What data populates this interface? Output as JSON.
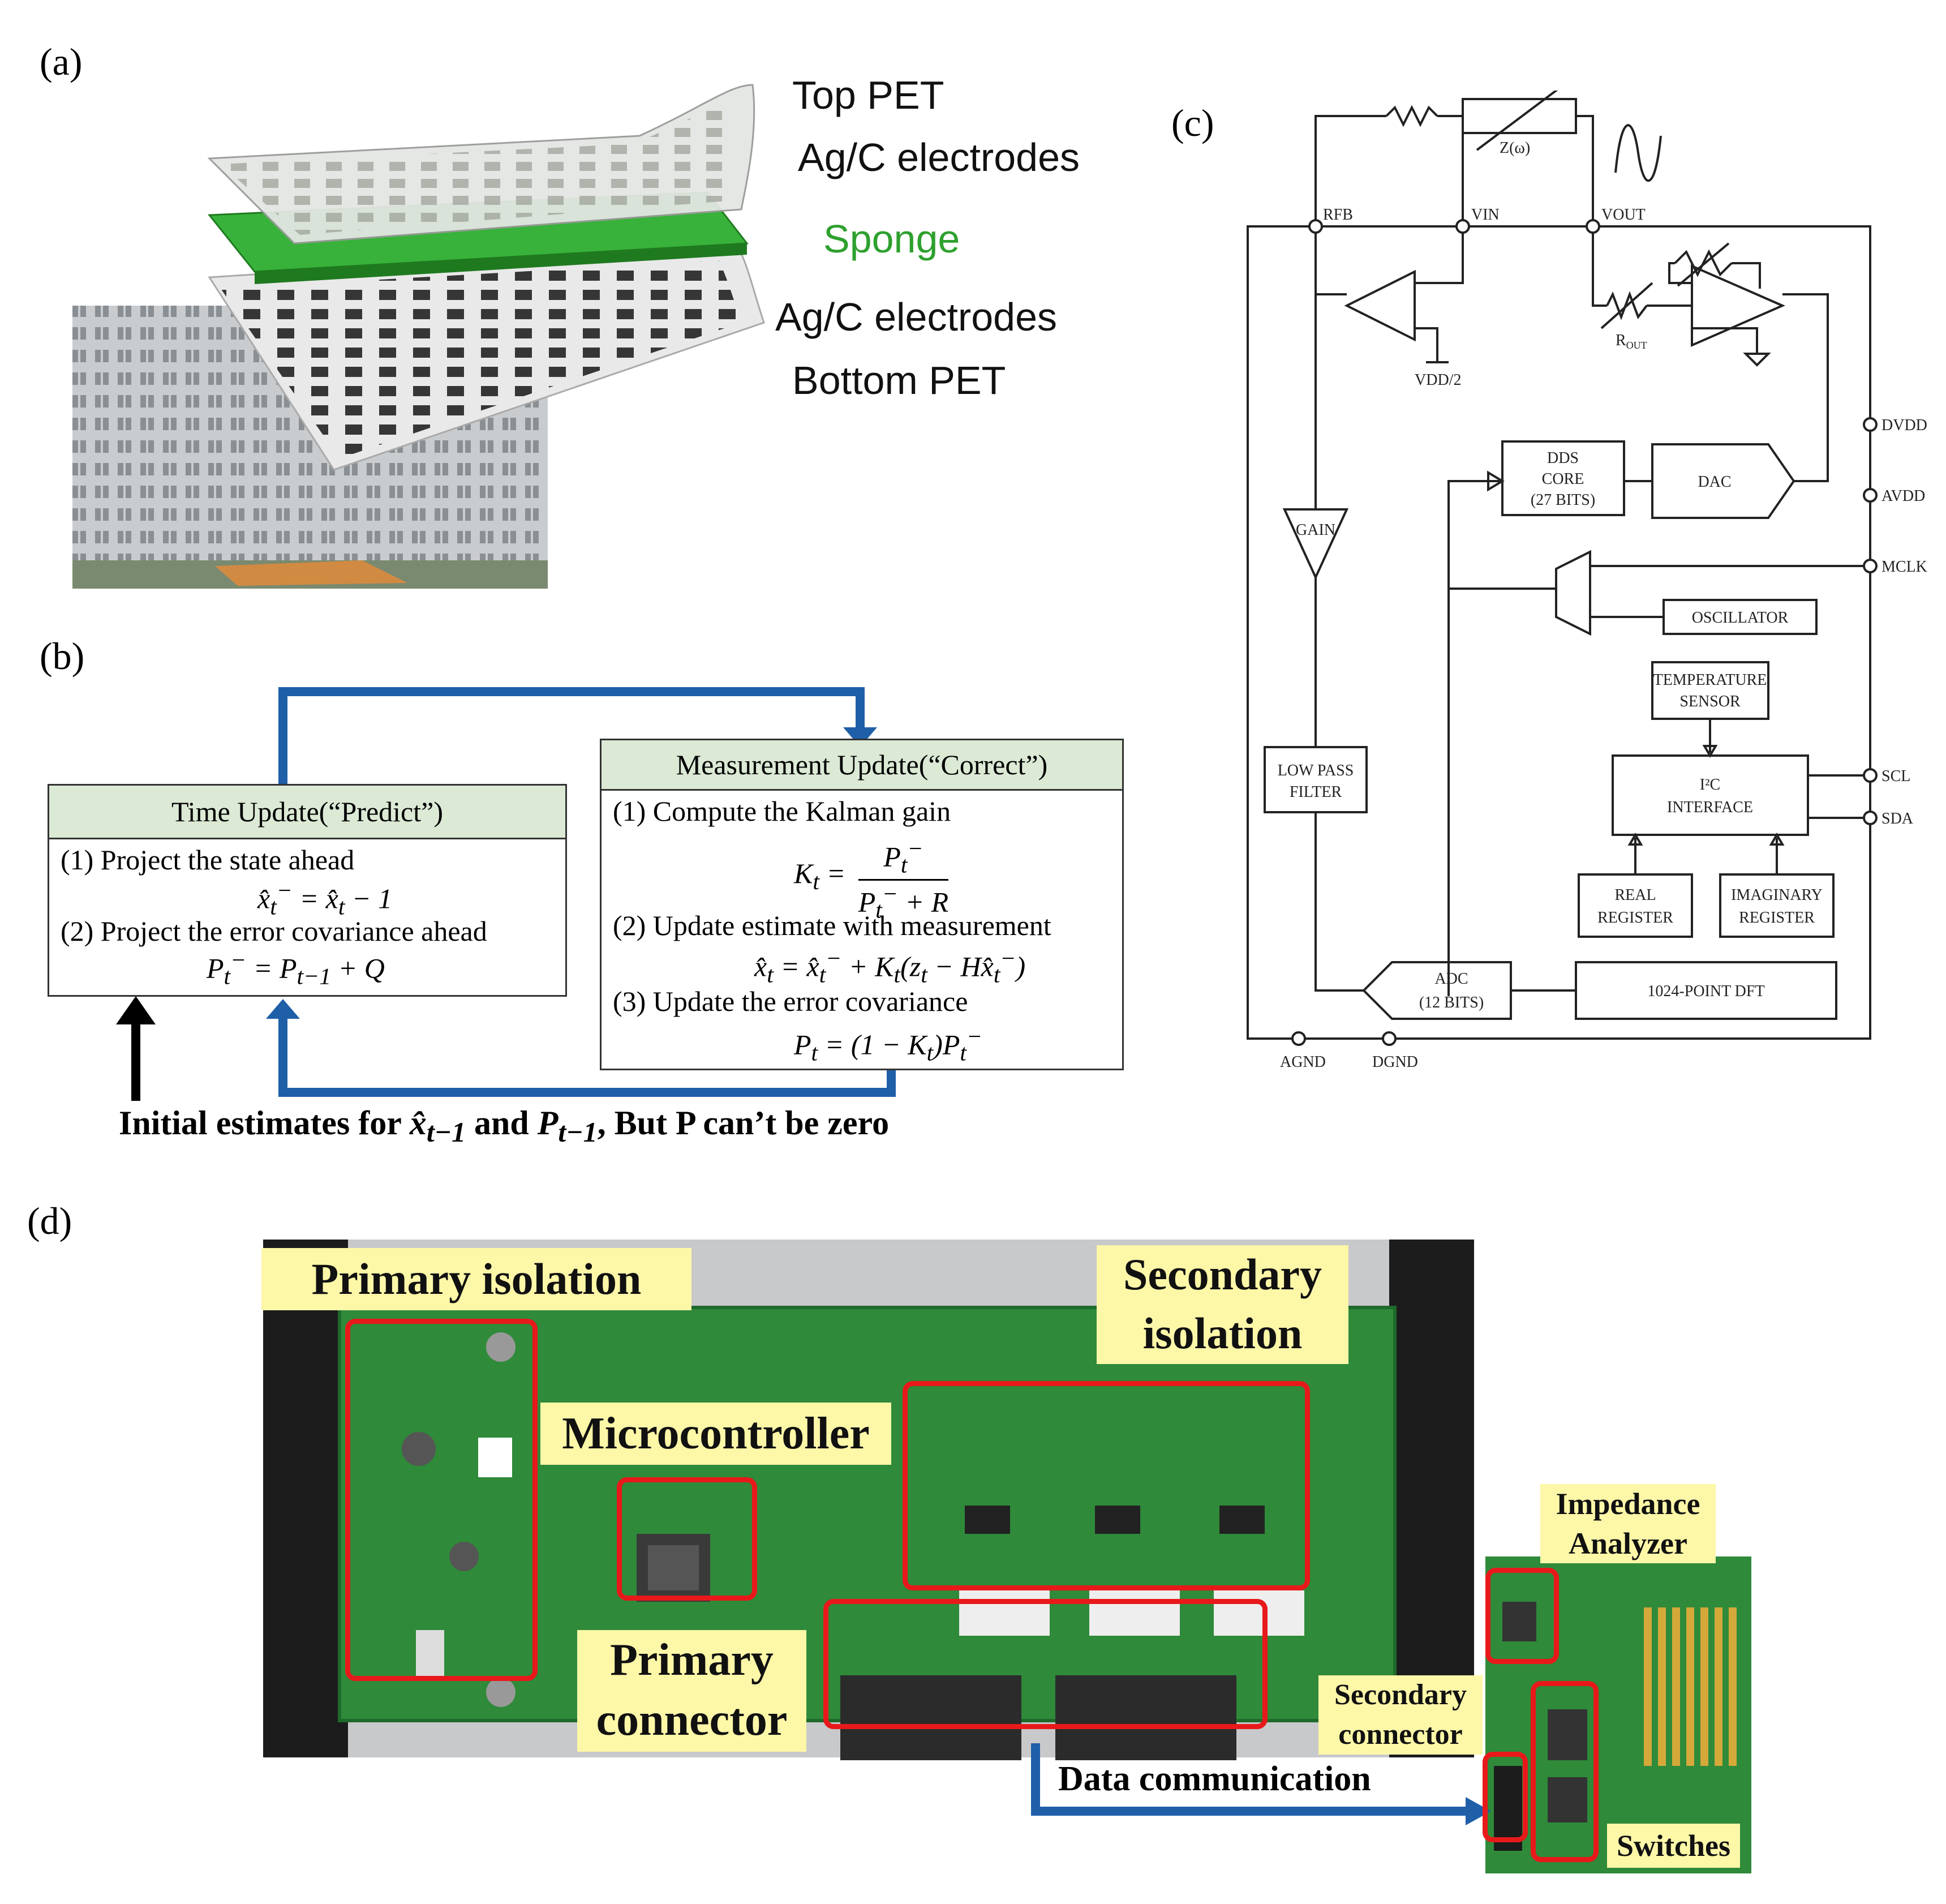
{
  "panels": {
    "a": "(a)",
    "b": "(b)",
    "c": "(c)",
    "d": "(d)"
  },
  "layers": {
    "top_pet": "Top PET",
    "ag_top": "Ag/C electrodes",
    "sponge": "Sponge",
    "ag_bottom": "Ag/C electrodes",
    "bottom_pet": "Bottom PET"
  },
  "kalman": {
    "time_update_title": "Time Update(“Predict”)",
    "time_step1": "(1) Project the state ahead",
    "time_step2": "(2) Project the error covariance ahead",
    "measurement_title": "Measurement Update(“Correct”)",
    "meas_step1": "(1) Compute the Kalman gain",
    "meas_step2": "(2) Update estimate with measurement",
    "meas_step3": "(3) Update the error covariance",
    "footer_prefix": "Initial estimates for ",
    "footer_and": " and ",
    "footer_suffix": ", But P can’t be zero"
  },
  "circuit": {
    "rfb": "RFB",
    "vin": "VIN",
    "vout": "VOUT",
    "zomega": "Z(ω)",
    "vdd2": "VDD/2",
    "rout": "R",
    "rout_sub": "OUT",
    "dvdd": "DVDD",
    "avdd": "AVDD",
    "mclk": "MCLK",
    "scl": "SCL",
    "sda": "SDA",
    "agnd": "AGND",
    "dgnd": "DGND",
    "dds_l1": "DDS",
    "dds_l2": "CORE",
    "dds_l3": "(27 BITS)",
    "dac": "DAC",
    "gain": "GAIN",
    "oscillator": "OSCILLATOR",
    "temp_l1": "TEMPERATURE",
    "temp_l2": "SENSOR",
    "lpf_l1": "LOW PASS",
    "lpf_l2": "FILTER",
    "i2c_l1": "I²C",
    "i2c_l2": "INTERFACE",
    "real_l1": "REAL",
    "real_l2": "REGISTER",
    "imag_l1": "IMAGINARY",
    "imag_l2": "REGISTER",
    "adc_l1": "ADC",
    "adc_l2": "(12 BITS)",
    "dft": "1024-POINT DFT"
  },
  "hardware": {
    "primary_isolation": "Primary isolation",
    "secondary_isolation_l1": "Secondary",
    "secondary_isolation_l2": "isolation",
    "microcontroller": "Microcontroller",
    "primary_connector_l1": "Primary",
    "primary_connector_l2": "connector",
    "impedance_l1": "Impedance",
    "impedance_l2": "Analyzer",
    "secondary_connector_l1": "Secondary",
    "secondary_connector_l2": "connector",
    "data_communication": "Data communication",
    "switches": "Switches"
  },
  "colors": {
    "accent_blue": "#1f5fa8",
    "sponge_green": "#2ea02e",
    "pcb_green": "#2f8a3a",
    "highlight_red": "#e8191a",
    "tag_yellow": "#fdf7a8",
    "header_green": "#dbe9d5"
  }
}
